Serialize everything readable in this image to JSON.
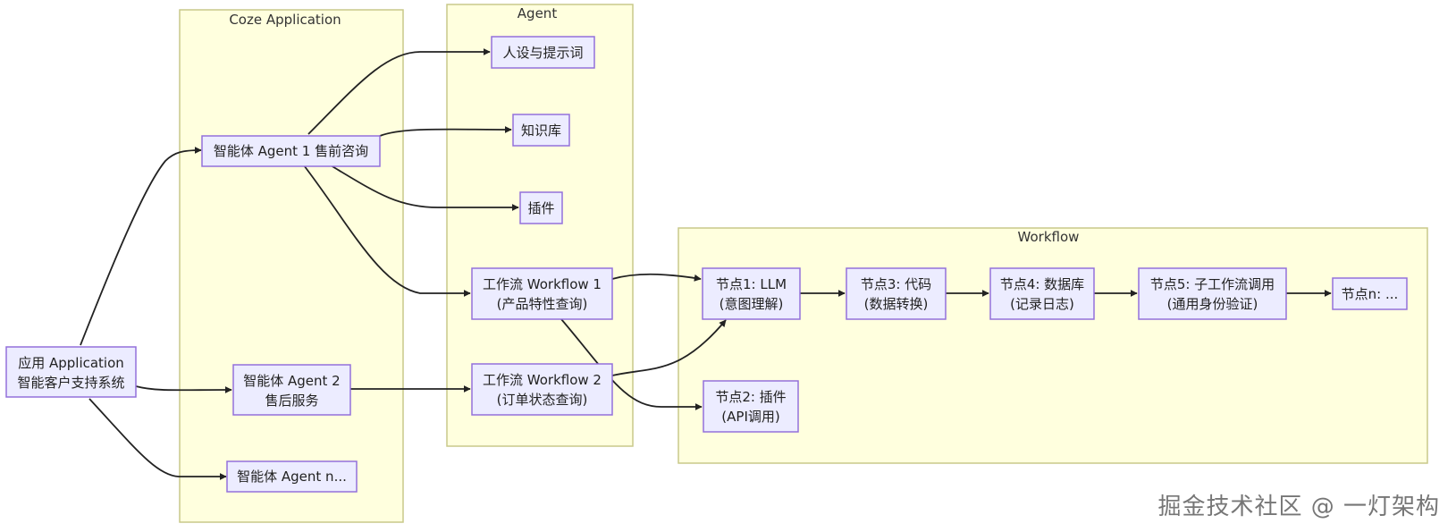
{
  "clusters": {
    "coze": "Coze Application",
    "agent": "Agent",
    "workflow": "Workflow"
  },
  "nodes": {
    "app": [
      "应用 Application",
      "智能客户支持系统"
    ],
    "agent1": [
      "智能体 Agent 1 售前咨询"
    ],
    "agent2": [
      "智能体 Agent 2",
      "售后服务"
    ],
    "agentn": [
      "智能体 Agent n..."
    ],
    "persona": [
      "人设与提示词"
    ],
    "knowledge": [
      "知识库"
    ],
    "plugin": [
      "插件"
    ],
    "workflow1": [
      "工作流 Workflow 1",
      "(产品特性查询)"
    ],
    "workflow2": [
      "工作流 Workflow 2",
      "(订单状态查询)"
    ],
    "node1": [
      "节点1: LLM",
      "(意图理解)"
    ],
    "node2": [
      "节点2: 插件",
      "(API调用)"
    ],
    "node3": [
      "节点3: 代码",
      "(数据转换)"
    ],
    "node4": [
      "节点4: 数据库",
      "(记录日志)"
    ],
    "node5": [
      "节点5: 子工作流调用",
      "(通用身份验证)"
    ],
    "noden": [
      "节点n: ..."
    ]
  },
  "edges": [
    [
      "app",
      "agent1"
    ],
    [
      "app",
      "agent2"
    ],
    [
      "app",
      "agentn"
    ],
    [
      "agent1",
      "persona"
    ],
    [
      "agent1",
      "knowledge"
    ],
    [
      "agent1",
      "plugin"
    ],
    [
      "agent1",
      "workflow1"
    ],
    [
      "agent2",
      "workflow2"
    ],
    [
      "workflow1",
      "node1"
    ],
    [
      "workflow1",
      "node2"
    ],
    [
      "workflow2",
      "node1"
    ],
    [
      "node1",
      "node3"
    ],
    [
      "node3",
      "node4"
    ],
    [
      "node4",
      "node5"
    ],
    [
      "node5",
      "noden"
    ]
  ],
  "colors": {
    "cluster_fill": "#ffffde",
    "cluster_border": "#c9c98a",
    "node_fill": "#ececff",
    "node_border": "#9370db",
    "edge": "#222222"
  },
  "watermark": "掘金技术社区 @ 一灯架构"
}
